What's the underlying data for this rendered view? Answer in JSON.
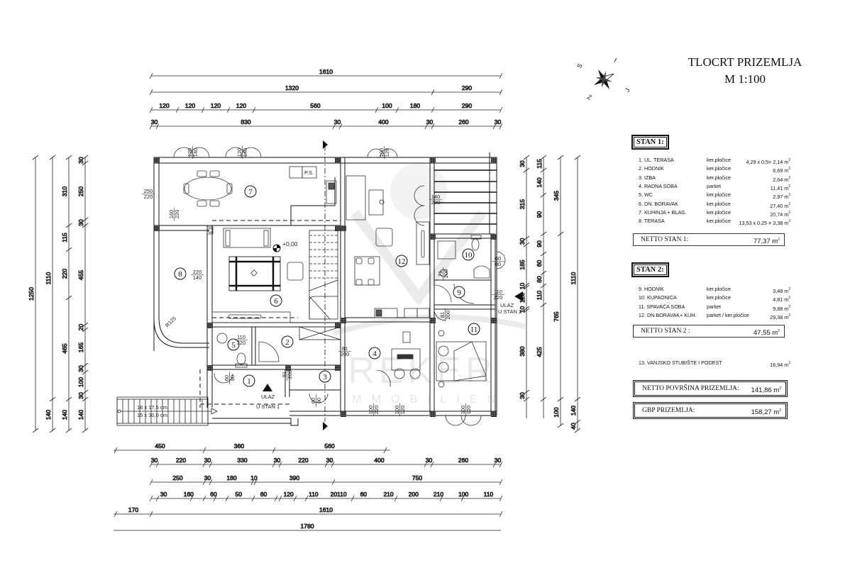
{
  "title": {
    "main": "TLOCRT PRIZEMLJA",
    "scale": "M 1:100"
  },
  "compass": {
    "icon": "compass-rose-icon",
    "letters": [
      "S",
      "I",
      "J",
      "Z"
    ]
  },
  "stan1": {
    "heading": "STAN 1:",
    "rooms": [
      {
        "name": "1. UL. TERASA",
        "material": "ker.pločice",
        "area": "4,29 x 0,5= 2,14 m"
      },
      {
        "name": "2. HODNIK",
        "material": "ker.pločice",
        "area": "6,69 m"
      },
      {
        "name": "3. IZBA",
        "material": "ker.pločice",
        "area": "2,64 m"
      },
      {
        "name": "4. RADNA SOBA",
        "material": "parket",
        "area": "11,41 m"
      },
      {
        "name": "5. WC",
        "material": "ker.pločice",
        "area": "2,97 m"
      },
      {
        "name": "6. DN. BORAVAK",
        "material": "ker.pločice",
        "area": "27,40 m"
      },
      {
        "name": "7. KUHINJA + BLAG.",
        "material": "ker.pločice",
        "area": "20,74 m"
      },
      {
        "name": "8. TERASA",
        "material": "ker.pločice",
        "area": "13,53 x 0.25 = 3,38 m"
      }
    ],
    "total_label": "NETTO STAN 1:",
    "total_value": "77,37 m"
  },
  "stan2": {
    "heading": "STAN 2:",
    "rooms": [
      {
        "name": "9. HODNIK",
        "material": "ker.pločice",
        "area": "3,48 m"
      },
      {
        "name": "10. KUPAONICA",
        "material": "ker.pločice",
        "area": "4,81 m"
      },
      {
        "name": "11. SPAVAĆA SOBA",
        "material": "parket",
        "area": "9,88 m"
      },
      {
        "name": "12. DN.BORAVAK+ KUH.",
        "material": "parket / ker.pločice",
        "area": "29,38 m"
      }
    ],
    "total_label": "NETTO STAN 2 :",
    "total_value": "47,55 m"
  },
  "extra": {
    "name": "13. VANJSKO STUBIŠTE I PODEST",
    "area": "16,94 m"
  },
  "netto_total": {
    "label": "NETTO POVRŠINA PRIZEMLJA:",
    "value": "141,86 m"
  },
  "gbp_total": {
    "label": "GBP PRIZEMLJA:",
    "value": "158,27 m"
  },
  "unit_sup": "2",
  "dimensions": {
    "top": [
      [
        "1610"
      ],
      [
        "1320",
        "290"
      ],
      [
        "120",
        "120",
        "120",
        "120",
        "560",
        "100",
        "180",
        "290"
      ],
      [
        "30",
        "830",
        "30",
        "400",
        "30",
        "260",
        "30"
      ]
    ],
    "bottom": [
      [
        "450",
        "360",
        "560"
      ],
      [
        "30",
        "220",
        "30",
        "330",
        "30",
        "220",
        "30",
        "400",
        "30",
        "260",
        "30"
      ],
      [
        "250",
        "30",
        "180",
        "10",
        "390",
        "750"
      ],
      [
        "30",
        "160",
        "60",
        "50",
        "60",
        "120",
        "110",
        "20110",
        "60",
        "210",
        "200",
        "210",
        "100",
        "110"
      ],
      [
        "170",
        "1610"
      ],
      [
        "1780"
      ]
    ],
    "left": [
      [
        "1250"
      ],
      [
        "140",
        "1110"
      ],
      [
        "140",
        "465",
        "220",
        "115",
        "310"
      ],
      [
        "140",
        "30",
        "100",
        "30",
        "165",
        "20",
        "455",
        "30",
        "250",
        "30"
      ]
    ],
    "right": [
      [
        "30",
        "380",
        "10",
        "120",
        "10",
        "185",
        "30",
        "315",
        "30"
      ],
      [
        "425",
        "110",
        "80",
        "60",
        "90",
        "90",
        "140",
        "115"
      ],
      [
        "100",
        "765",
        "345"
      ],
      [
        "40",
        "140",
        "1110"
      ]
    ]
  },
  "plan_labels": {
    "rooms": [
      "1",
      "2",
      "3",
      "4",
      "5",
      "6",
      "7",
      "8",
      "9",
      "10",
      "11",
      "12"
    ],
    "level": "+0,00",
    "radius": "R125",
    "ps": "P.S.",
    "entry1_a": "ULAZ",
    "entry1_b": "U STAN 1",
    "entry2_a": "ULAZ",
    "entry2_b": "U STAN 2",
    "stairs_a": "16 x 17,5 cm",
    "stairs_b": "15 x 30,0 cm",
    "openings": [
      "120/140",
      "120/140",
      "100/120",
      "250/220",
      "160/220",
      "220/140",
      "140/220",
      "60/80",
      "71/200",
      "110/220",
      "81/200",
      "81/200",
      "110/220",
      "81/200",
      "60/80",
      "100/220",
      "100/120",
      "60/80",
      "100/120"
    ]
  },
  "watermark": {
    "main": "REKER",
    "sub": "IMMOBILIEN"
  }
}
